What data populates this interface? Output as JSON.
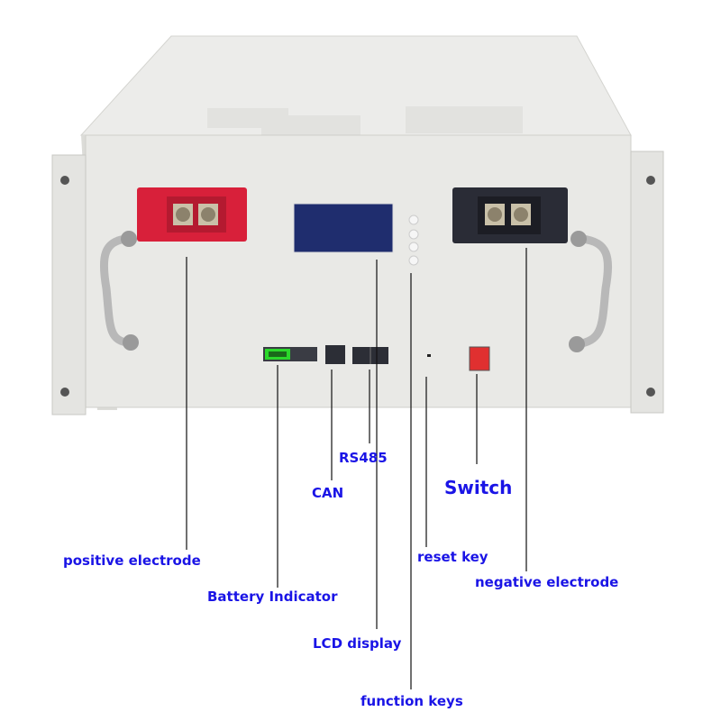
{
  "labels": {
    "positive_electrode": "positive electrode",
    "battery_indicator": "Battery Indicator",
    "can": "CAN",
    "rs485": "RS485",
    "switch": "Switch",
    "reset_key": "reset key",
    "negative_electrode": "negative electrode",
    "lcd_display": "LCD display",
    "function_keys": "function keys"
  },
  "colors": {
    "label": "#1a14e6",
    "body": "#e9e9e6",
    "positive_terminal": "#d8203a",
    "negative_terminal": "#2a2c36",
    "lcd": "#1f2d6e",
    "indicator": "#2bd82b",
    "switch": "#e03030"
  }
}
